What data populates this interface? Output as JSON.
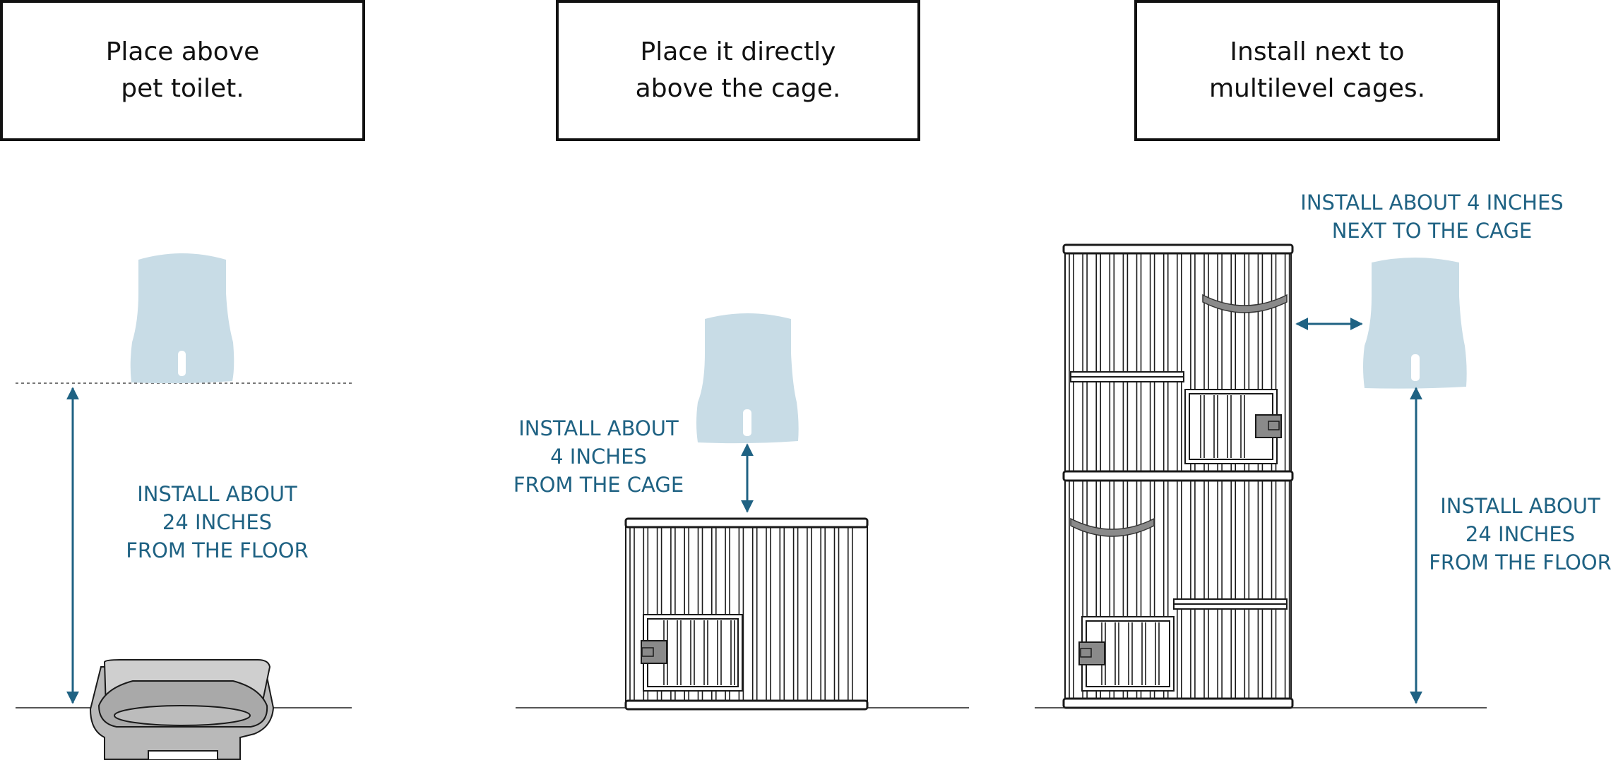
{
  "colors": {
    "annotation": "#1f6283",
    "feeder": "#c8dce6",
    "outline": "#1a1a1a",
    "toilet_gray": "#b9b9b9",
    "latch_gray": "#8a8a8a"
  },
  "panels": [
    {
      "heading": "Place above\npet toilet.",
      "notes": [
        "INSTALL ABOUT\n24 INCHES\nFROM THE FLOOR"
      ]
    },
    {
      "heading": "Place it directly\nabove the cage.",
      "notes": [
        "INSTALL ABOUT\n4 INCHES\nFROM THE CAGE"
      ]
    },
    {
      "heading": "Install next to\nmultilevel cages.",
      "notes": [
        "INSTALL ABOUT 4 INCHES\nNEXT TO THE CAGE",
        "INSTALL ABOUT\n24 INCHES\nFROM THE FLOOR"
      ]
    }
  ]
}
